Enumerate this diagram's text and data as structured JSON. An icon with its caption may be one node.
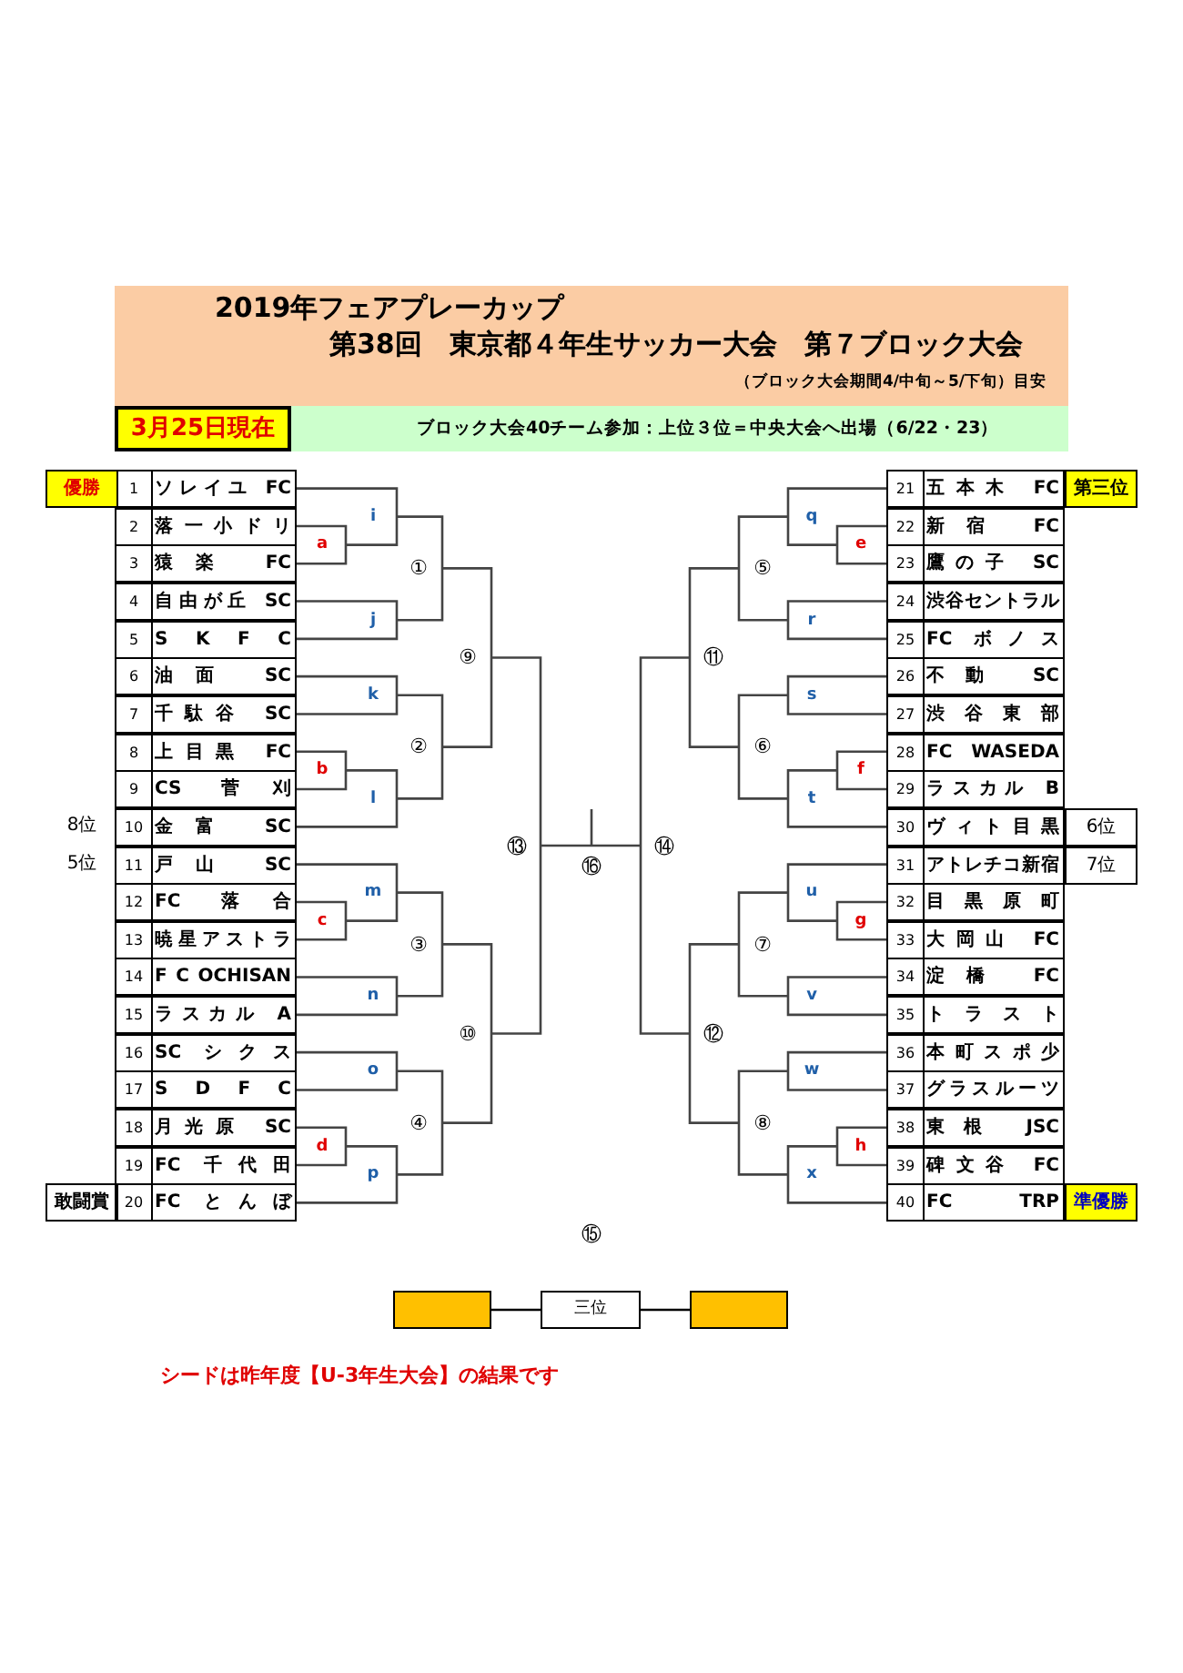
{
  "diagram": {
    "title": "2019年フェアプレーカップ",
    "nodes": [
      {
        "text": [
          "1",
          "ソレイユ FC"
        ],
        "beside": [
          "優勝"
        ]
      },
      {
        "text": [
          "2",
          "落一小ドリ"
        ]
      },
      {
        "text": [
          "3",
          "猿楽 FC"
        ]
      },
      {
        "text": [
          "4",
          "自由が丘 SC"
        ]
      },
      {
        "text": [
          "5",
          "S K F C"
        ]
      },
      {
        "text": [
          "6",
          "油面 SC"
        ]
      },
      {
        "text": [
          "7",
          "千駄谷 SC"
        ]
      },
      {
        "text": [
          "8",
          "上目黒 FC"
        ]
      },
      {
        "text": [
          "9",
          "CS 菅刈"
        ]
      },
      {
        "text": [
          "10",
          "金富 SC"
        ],
        "beside": [
          "8位"
        ]
      },
      {
        "text": [
          "11",
          "戸山 SC"
        ],
        "beside": [
          "5位"
        ]
      },
      {
        "text": [
          "12",
          "FC 落合"
        ]
      },
      {
        "text": [
          "13",
          "暁星アストラ"
        ]
      },
      {
        "text": [
          "14",
          "F C OCHISAN"
        ]
      },
      {
        "text": [
          "15",
          "ラスカル A"
        ]
      },
      {
        "text": [
          "16",
          "SC シクス"
        ]
      },
      {
        "text": [
          "17",
          "S D F C"
        ]
      },
      {
        "text": [
          "18",
          "月光原 SC"
        ]
      },
      {
        "text": [
          "19",
          "FC 千代田"
        ]
      },
      {
        "text": [
          "20",
          "FC とんぼ"
        ],
        "beside": [
          "敢闘賞"
        ]
      },
      {
        "text": [
          "21",
          "五本木 FC"
        ],
        "beside": [
          "第三位"
        ]
      },
      {
        "text": [
          "22",
          "新宿 FC"
        ]
      },
      {
        "text": [
          "23",
          "鷹の子 SC"
        ]
      },
      {
        "text": [
          "24",
          "渋谷セントラル"
        ]
      },
      {
        "text": [
          "25",
          "FC ボノス"
        ]
      },
      {
        "text": [
          "26",
          "不動 SC"
        ]
      },
      {
        "text": [
          "27",
          "渋谷東部"
        ]
      },
      {
        "text": [
          "28",
          "FC WASEDA"
        ]
      },
      {
        "text": [
          "29",
          "ラスカル B"
        ]
      },
      {
        "text": [
          "30",
          "ヴィト目黒"
        ],
        "beside": [
          "6位"
        ]
      },
      {
        "text": [
          "31",
          "アトレチコ新宿"
        ],
        "beside": [
          "7位"
        ]
      },
      {
        "text": [
          "32",
          "目黒原町"
        ]
      },
      {
        "text": [
          "33",
          "大岡山 FC"
        ]
      },
      {
        "text": [
          "34",
          "淀橋 FC"
        ]
      },
      {
        "text": [
          "35",
          "トラスト"
        ]
      },
      {
        "text": [
          "36",
          "本町スポ少"
        ]
      },
      {
        "text": [
          "37",
          "グラスルーツ"
        ]
      },
      {
        "text": [
          "38",
          "東根 JSC"
        ]
      },
      {
        "text": [
          "39",
          "碑文谷 FC"
        ]
      },
      {
        "text": [
          "40",
          "FC TRP"
        ],
        "beside": [
          "準優勝"
        ]
      },
      {
        "text": [],
        "shape": "box"
      },
      {
        "text": [
          "三位"
        ]
      },
      {
        "text": [],
        "shape": "box"
      }
    ],
    "edges": [
      {
        "from": 40,
        "to": 41,
        "arrow": "none"
      },
      {
        "from": 41,
        "to": 42,
        "arrow": "none"
      }
    ],
    "labels": [
      "第38回　東京都４年生サッカー大会　第７ブロック大会",
      "（ブロック大会期間4/中旬～5/下旬）目安",
      "3月25日現在",
      "ブロック大会40チーム参加：上位３位＝中央大会へ出場（6/22・23）",
      "a",
      "b",
      "c",
      "d",
      "e",
      "f",
      "g",
      "h",
      "i",
      "j",
      "k",
      "l",
      "m",
      "n",
      "o",
      "p",
      "q",
      "r",
      "s",
      "t",
      "u",
      "v",
      "w",
      "x",
      "①",
      "②",
      "③",
      "④",
      "⑤",
      "⑥",
      "⑦",
      "⑧",
      "⑨",
      "⑩",
      "⑪",
      "⑫",
      "⑬",
      "⑭",
      "⑮",
      "⑯",
      "シードは昨年度【U-3年生大会】の結果です"
    ]
  }
}
